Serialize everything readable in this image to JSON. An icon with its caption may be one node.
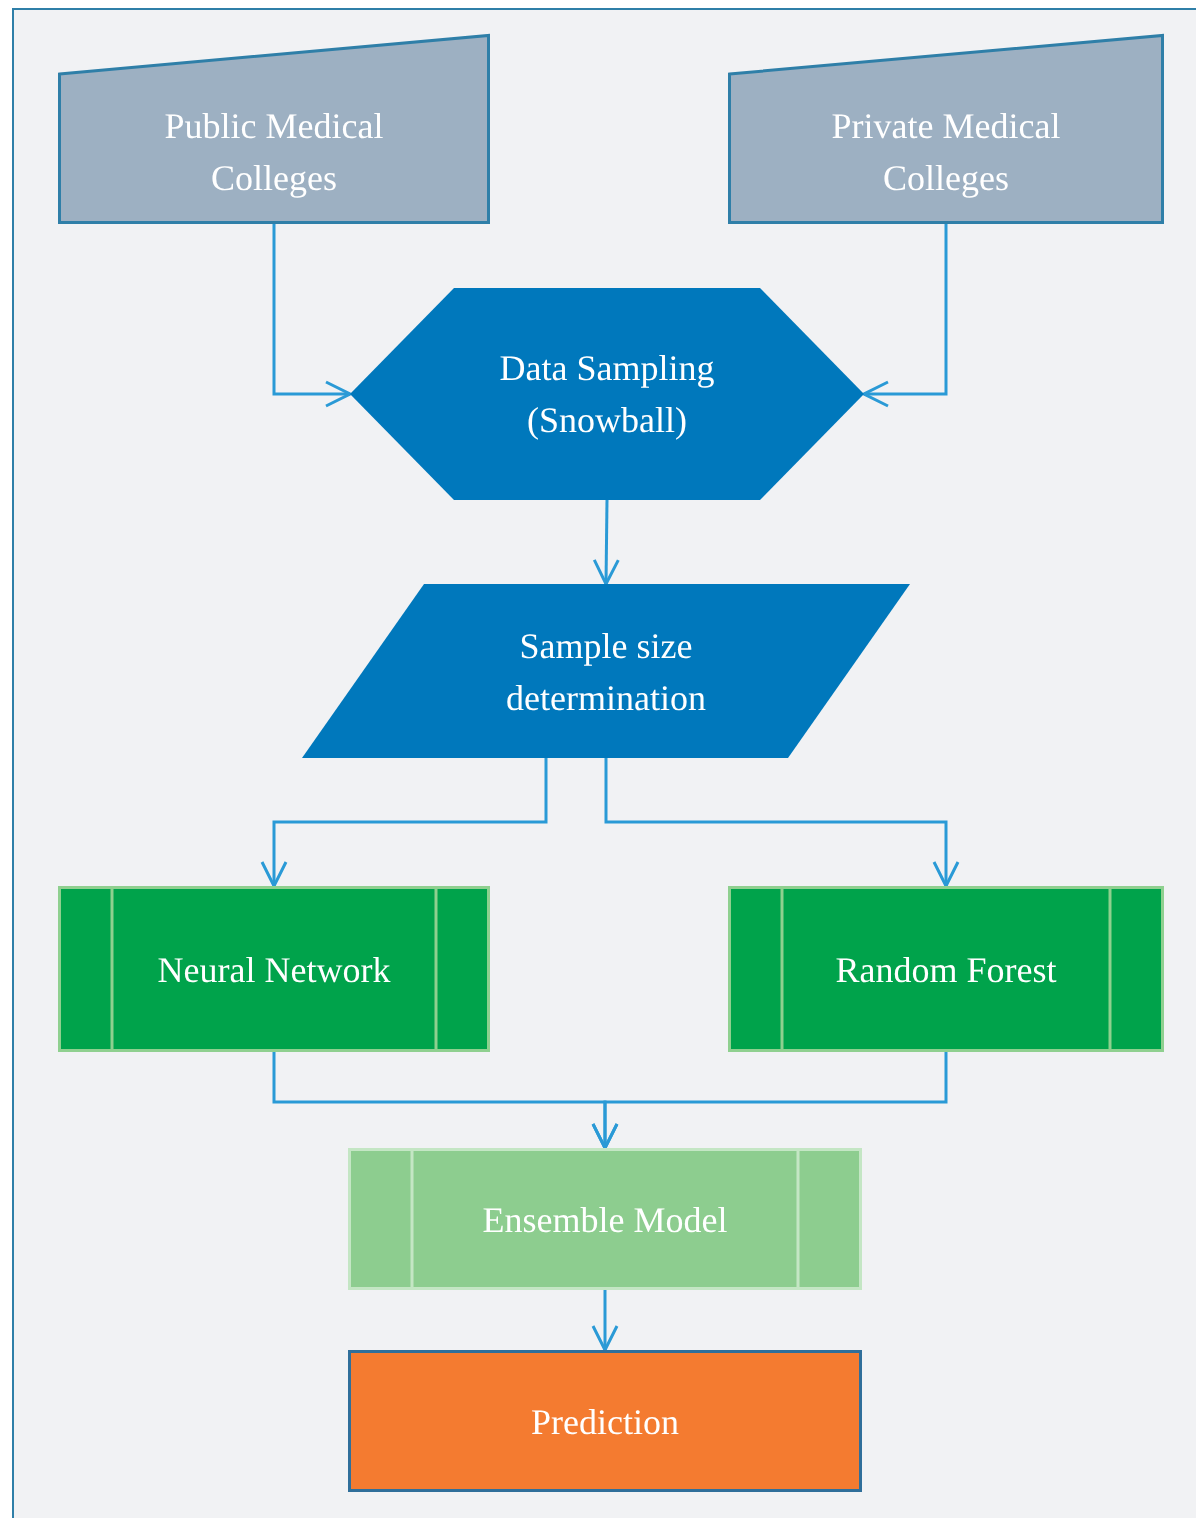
{
  "diagram": {
    "nodes": [
      {
        "text": [
          "Public Medical Colleges"
        ]
      },
      {
        "text": [
          "Private Medical Colleges"
        ]
      },
      {
        "text": [
          "Data Sampling (Snowball)"
        ]
      },
      {
        "text": [
          "Sample size determination"
        ]
      },
      {
        "text": [
          "Neural Network"
        ]
      },
      {
        "text": [
          "Random Forest"
        ]
      },
      {
        "text": [
          "Ensemble Model"
        ]
      },
      {
        "text": [
          "Prediction"
        ]
      }
    ],
    "edges": [
      {
        "from": 0,
        "to": 2,
        "arrow": "to"
      },
      {
        "from": 1,
        "to": 2,
        "arrow": "to"
      },
      {
        "from": 2,
        "to": 3,
        "arrow": "to"
      },
      {
        "from": 3,
        "to": 4,
        "arrow": "to"
      },
      {
        "from": 3,
        "to": 5,
        "arrow": "to"
      },
      {
        "from": 4,
        "to": 6,
        "arrow": "to"
      },
      {
        "from": 5,
        "to": 6,
        "arrow": "to"
      },
      {
        "from": 6,
        "to": 7,
        "arrow": "to"
      }
    ]
  }
}
